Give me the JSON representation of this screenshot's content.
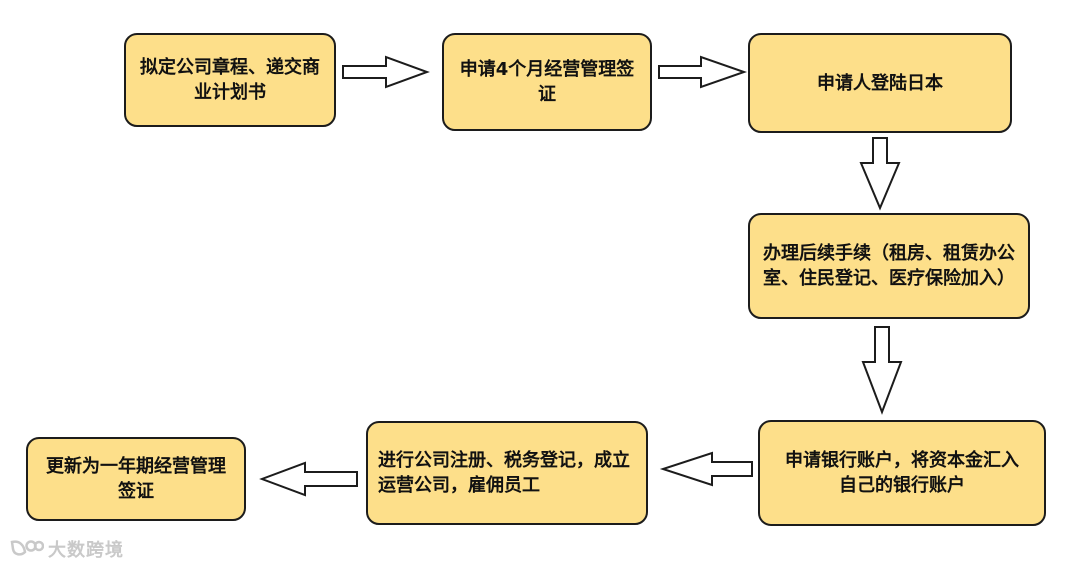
{
  "colors": {
    "box_fill": "#fddf8a",
    "box_border": "#1c1c1c",
    "arrow_stroke": "#1c1c1c",
    "arrow_fill": "#ffffff",
    "watermark": "#c9c9c9"
  },
  "steps": [
    "拟定公司章程、递交商业计划书",
    "申请4个月经营管理签证",
    "申请人登陆日本",
    "办理后续手续（租房、租赁办公室、住民登记、医疗保险加入）",
    "申请银行账户，将资本金汇入自己的银行账户",
    "进行公司注册、税务登记，成立运营公司，雇佣员工",
    "更新为一年期经营管理签证"
  ],
  "watermark": {
    "icon": "butterfly-logo-icon",
    "text": "大数跨境"
  }
}
